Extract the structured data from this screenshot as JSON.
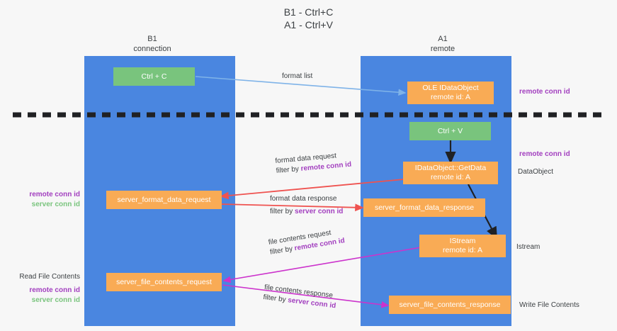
{
  "title": {
    "line1": "B1 - Ctrl+C",
    "line2": "A1 - Ctrl+V"
  },
  "columns": [
    {
      "name": "B1",
      "role": "connection"
    },
    {
      "name": "A1",
      "role": "remote"
    }
  ],
  "nodes": {
    "ctrl_c": {
      "line1": "Ctrl + C",
      "line2": "",
      "color": "#79c47d"
    },
    "idataobject": {
      "line1": "OLE IDataObject",
      "line2": "remote id: A",
      "color": "#f9ab55"
    },
    "ctrl_v": {
      "line1": "Ctrl + V",
      "line2": "",
      "color": "#79c47d"
    },
    "getdata": {
      "line1": "IDataObject::GetData",
      "line2": "remote id: A",
      "color": "#f9ab55"
    },
    "fmt_req": {
      "line1": "server_format_data_request",
      "line2": "",
      "color": "#f9ab55"
    },
    "fmt_resp": {
      "line1": "server_format_data_response",
      "line2": "",
      "color": "#f9ab55"
    },
    "istream": {
      "line1": "IStream",
      "line2": "remote id: A",
      "color": "#f9ab55"
    },
    "file_req": {
      "line1": "server_file_contents_request",
      "line2": "",
      "color": "#f9ab55"
    },
    "file_resp": {
      "line1": "server_file_contents_response",
      "line2": "",
      "color": "#f9ab55"
    }
  },
  "edges": {
    "format_list": {
      "line1": "format list",
      "line2_prefix": "",
      "line2_key": ""
    },
    "format_data_request": {
      "line1": "format data request",
      "line2_prefix": "filter by ",
      "line2_key": "remote conn id"
    },
    "format_data_response": {
      "line1": "format data response",
      "line2_prefix": "filter by ",
      "line2_key": "server conn id"
    },
    "file_contents_request": {
      "line1": "file contents request",
      "line2_prefix": "filter by ",
      "line2_key": "remote conn id"
    },
    "file_contents_response": {
      "line1": "file contents response",
      "line2_prefix": "filter by ",
      "line2_key": "server conn id"
    }
  },
  "annotations": {
    "right_remote_1": "remote conn id",
    "right_remote_2": "remote conn id",
    "right_dataobject": "DataObject",
    "right_istream": "Istream",
    "right_write_file": "Write File Contents",
    "left_remote": "remote conn id",
    "left_server": "server conn id",
    "left_read_file": "Read File Contents",
    "left_remote_2": "remote conn id",
    "left_server_2": "server conn id"
  },
  "colors": {
    "lane": "#4a86e0",
    "node_orange": "#f9ab55",
    "node_green": "#79c47d",
    "accent_purple": "#a23fbf",
    "accent_green": "#79c47d",
    "arrow_blue": "#7fb3e8",
    "arrow_red": "#ef5350",
    "arrow_magenta": "#cc33cc",
    "arrow_black": "#202124",
    "background": "#f7f7f7"
  }
}
